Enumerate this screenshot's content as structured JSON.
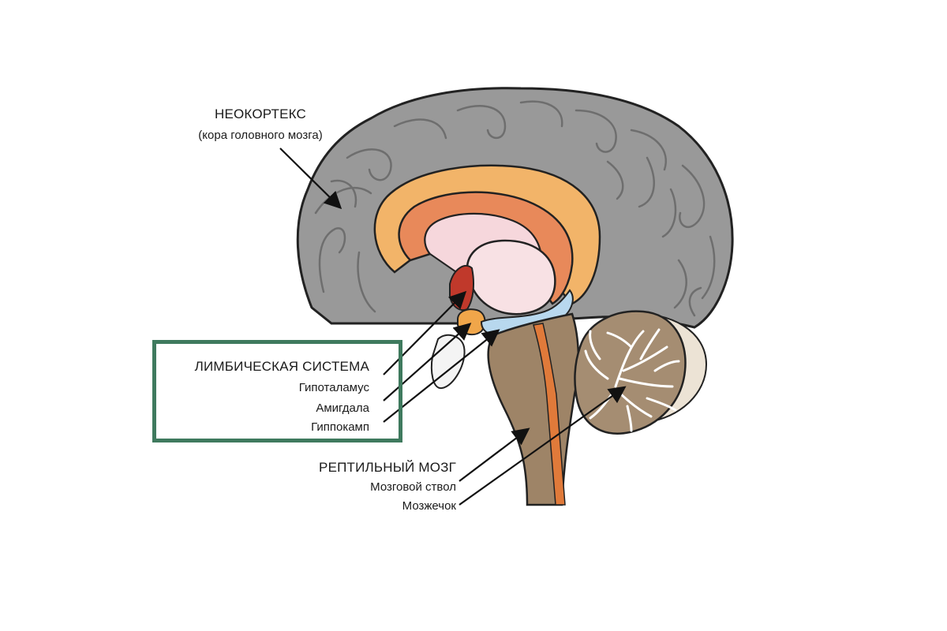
{
  "labels": {
    "neocortex": {
      "title": "НЕОКОРТЕКС",
      "subtitle": "(кора головного мозга)"
    },
    "limbic": {
      "title": "ЛИМБИЧЕСКАЯ СИСТЕМА",
      "items": [
        "Гипоталамус",
        "Амигдала",
        "Гиппокамп"
      ]
    },
    "reptilian": {
      "title": "РЕПТИЛЬНЫЙ МОЗГ",
      "items": [
        "Мозговой ствол",
        "Мозжечок"
      ]
    }
  },
  "highlight": {
    "target": "limbic",
    "color": "#3f7a5e"
  },
  "colors": {
    "cortex": "#999999",
    "cortex_gyri": "#6e6e6e",
    "cingulate": "#f2b469",
    "corpus_callosum": "#e8895a",
    "thalamus": "#f3cfd3",
    "hypothalamus": "#c0392b",
    "amygdala": "#f0a64a",
    "hippocampus": "#b8d8ee",
    "brainstem": "#9e8467",
    "brainstem_core": "#e07a3a",
    "cerebellum": "#a58d72",
    "cerebellum_white": "#ffffff",
    "outline": "#222222"
  }
}
